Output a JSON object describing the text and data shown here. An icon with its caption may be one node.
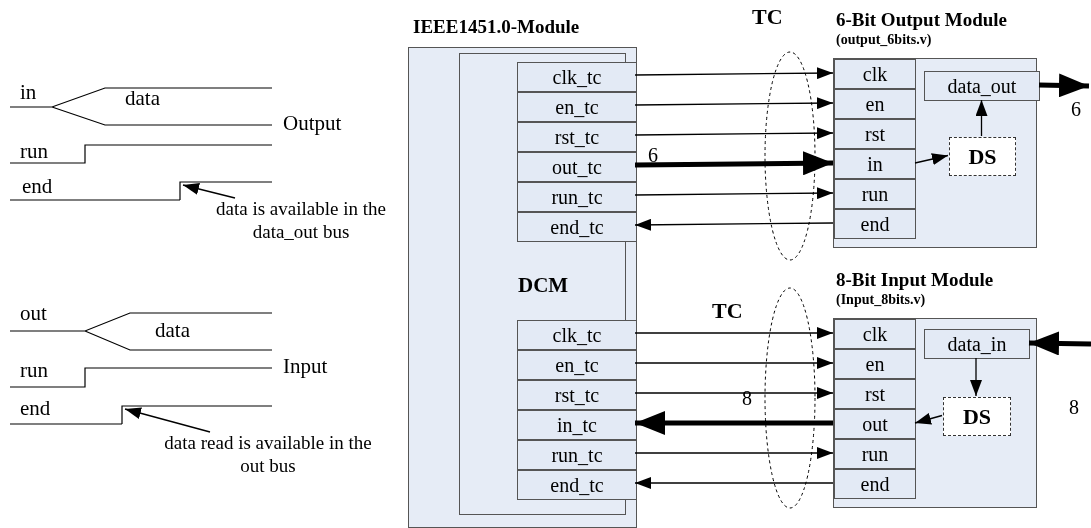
{
  "diagram": {
    "nodes": [
      {
        "text": [
          "IEEE1451.0-Module"
        ]
      },
      {
        "text": [
          "DCM"
        ],
        "in": 0
      },
      {
        "text": [
          "clk_tc"
        ],
        "in": 1
      },
      {
        "text": [
          "en_tc"
        ],
        "in": 1
      },
      {
        "text": [
          "rst_tc"
        ],
        "in": 1
      },
      {
        "text": [
          "out_tc"
        ],
        "in": 1
      },
      {
        "text": [
          "run_tc"
        ],
        "in": 1
      },
      {
        "text": [
          "end_tc"
        ],
        "in": 1
      },
      {
        "text": [
          "clk_tc"
        ],
        "in": 1
      },
      {
        "text": [
          "en_tc"
        ],
        "in": 1
      },
      {
        "text": [
          "rst_tc"
        ],
        "in": 1
      },
      {
        "text": [
          "in_tc"
        ],
        "in": 1
      },
      {
        "text": [
          "run_tc"
        ],
        "in": 1
      },
      {
        "text": [
          "end_tc"
        ],
        "in": 1
      },
      {
        "text": [
          "6-Bit Output Module",
          "(output_6bits.v)"
        ]
      },
      {
        "text": [
          "clk"
        ],
        "in": 14
      },
      {
        "text": [
          "en"
        ],
        "in": 14
      },
      {
        "text": [
          "rst"
        ],
        "in": 14
      },
      {
        "text": [
          "in"
        ],
        "in": 14
      },
      {
        "text": [
          "run"
        ],
        "in": 14
      },
      {
        "text": [
          "end"
        ],
        "in": 14
      },
      {
        "text": [
          "data_out"
        ],
        "in": 14
      },
      {
        "text": [
          "DS"
        ],
        "in": 14
      },
      {
        "text": [
          "8-Bit Input Module",
          "(Input_8bits.v)"
        ]
      },
      {
        "text": [
          "clk"
        ],
        "in": 23
      },
      {
        "text": [
          "en"
        ],
        "in": 23
      },
      {
        "text": [
          "rst"
        ],
        "in": 23
      },
      {
        "text": [
          "out"
        ],
        "in": 23
      },
      {
        "text": [
          "run"
        ],
        "in": 23
      },
      {
        "text": [
          "end"
        ],
        "in": 23
      },
      {
        "text": [
          "data_in"
        ],
        "in": 23
      },
      {
        "text": [
          "DS"
        ],
        "in": 23
      },
      {
        "text": [
          "data is available in the data_out bus"
        ]
      },
      {
        "text": [
          "data read is available in the out bus"
        ]
      },
      {
        "text": [],
        "shape": "line"
      },
      {
        "text": [],
        "shape": "line"
      }
    ],
    "edges": [
      {
        "from": 2,
        "to": 15,
        "arrow": "to"
      },
      {
        "from": 3,
        "to": 16,
        "arrow": "to"
      },
      {
        "from": 4,
        "to": 17,
        "arrow": "to"
      },
      {
        "from": 5,
        "to": 18,
        "arrow": "to",
        "style": "thick",
        "label": "6"
      },
      {
        "from": 6,
        "to": 19,
        "arrow": "to"
      },
      {
        "from": 20,
        "to": 7,
        "arrow": "to"
      },
      {
        "from": 8,
        "to": 24,
        "arrow": "to"
      },
      {
        "from": 9,
        "to": 25,
        "arrow": "to"
      },
      {
        "from": 10,
        "to": 26,
        "arrow": "to"
      },
      {
        "from": 27,
        "to": 11,
        "arrow": "to",
        "style": "thick",
        "label": "8"
      },
      {
        "from": 12,
        "to": 28,
        "arrow": "to"
      },
      {
        "from": 29,
        "to": 13,
        "arrow": "to"
      },
      {
        "from": 18,
        "to": 22,
        "arrow": "to"
      },
      {
        "from": 22,
        "to": 21,
        "arrow": "to"
      },
      {
        "from": 21,
        "to": null,
        "arrow": "to",
        "style": "thick",
        "label": "6"
      },
      {
        "from": 30,
        "to": 31,
        "arrow": "to"
      },
      {
        "from": 31,
        "to": 27,
        "arrow": "to"
      },
      {
        "from": null,
        "to": 30,
        "arrow": "to",
        "style": "thick",
        "label": "8"
      },
      {
        "from": 32,
        "to": 34,
        "arrow": "to"
      },
      {
        "from": 33,
        "to": 35,
        "arrow": "to"
      }
    ],
    "labels": [
      "in",
      "data",
      "Output",
      "run",
      "end",
      "TC",
      "out",
      "data",
      "Input",
      "run",
      "end",
      "TC"
    ]
  }
}
